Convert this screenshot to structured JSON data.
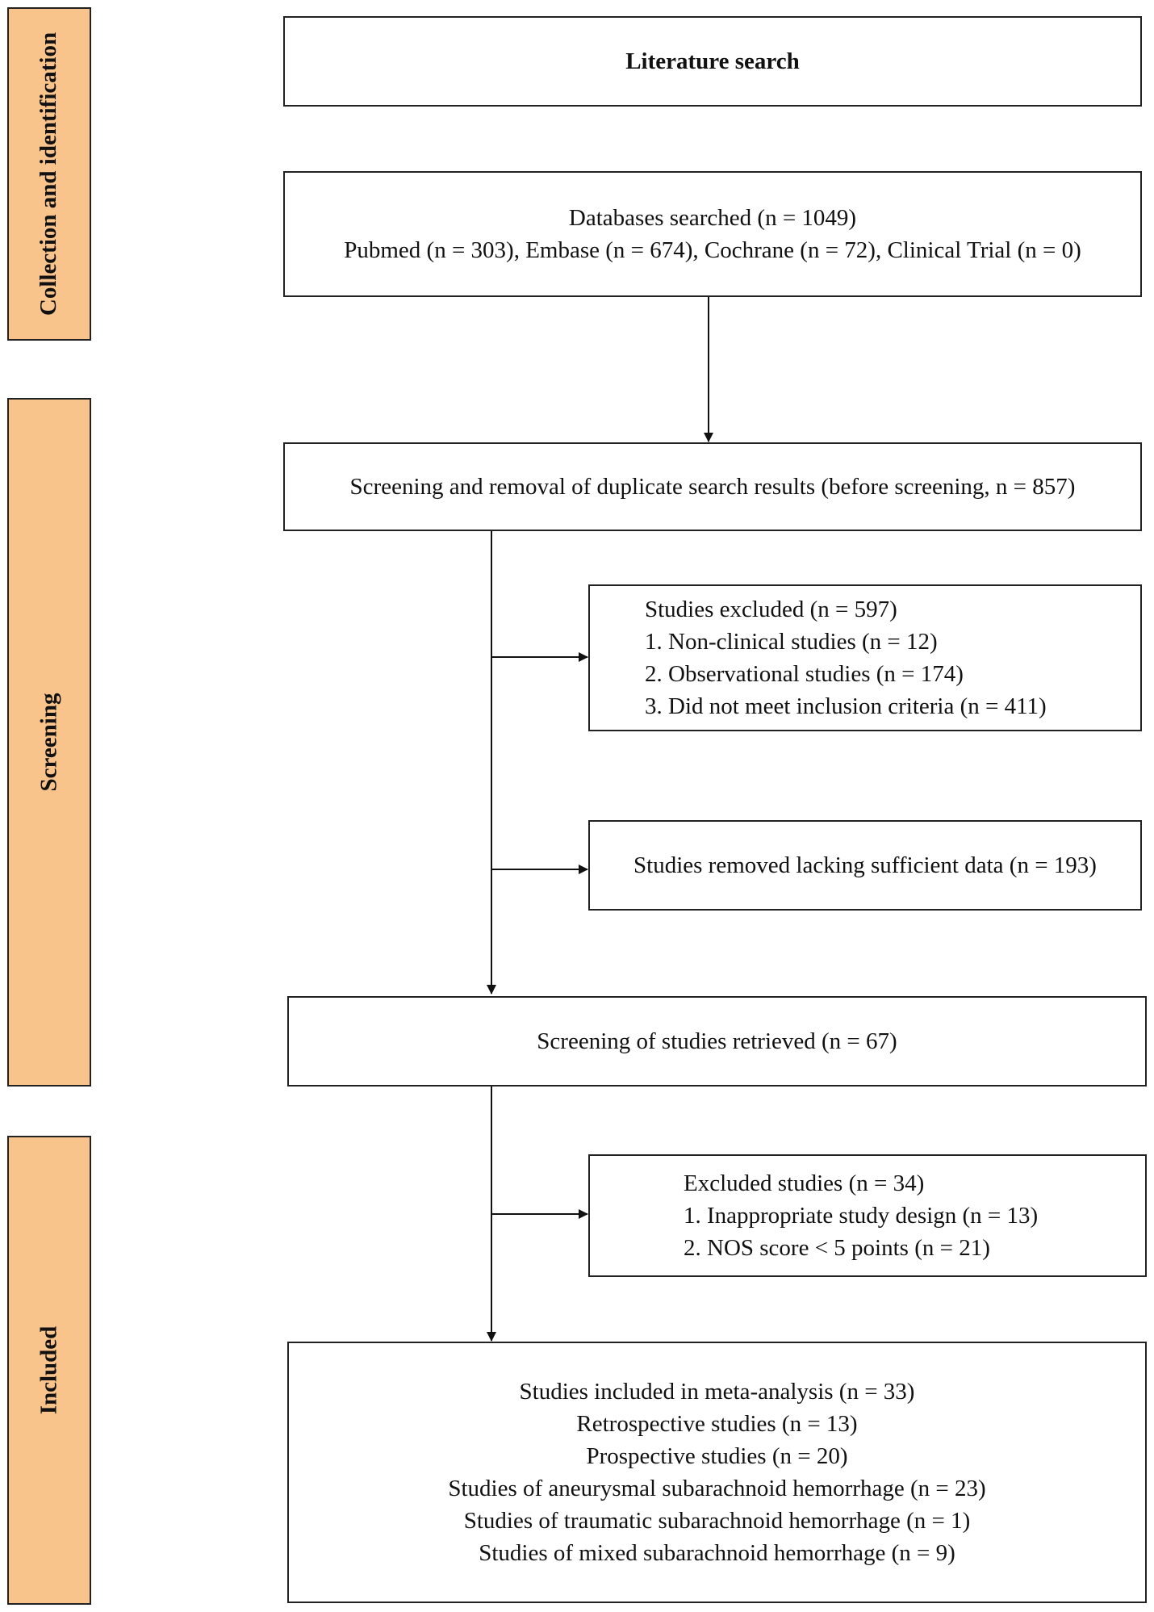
{
  "stages": [
    {
      "label": "Collection and identification"
    },
    {
      "label": "Screening"
    },
    {
      "label": "Included"
    }
  ],
  "boxes": {
    "literature_search": {
      "title": "Literature search"
    },
    "databases": {
      "lines": [
        "Databases searched (n = 1049)",
        "Pubmed (n = 303), Embase (n = 674), Cochrane (n = 72), Clinical Trial (n = 0)"
      ]
    },
    "duplicates": {
      "lines": [
        "Screening and removal of duplicate search results (before screening, n = 857)"
      ]
    },
    "excluded_first": {
      "lines": [
        "Studies excluded (n = 597)",
        "1. Non-clinical studies (n = 12)",
        "2. Observational studies (n = 174)",
        "3. Did not meet inclusion criteria (n = 411)"
      ]
    },
    "removed_data": {
      "lines": [
        "Studies removed lacking sufficient data (n = 193)"
      ]
    },
    "retrieved": {
      "lines": [
        "Screening of studies retrieved (n = 67)"
      ]
    },
    "excluded_second": {
      "lines": [
        "Excluded studies (n = 34)",
        "1. Inappropriate study design (n = 13)",
        "2. NOS score < 5 points (n = 21)"
      ]
    },
    "included": {
      "lines": [
        "Studies included in meta-analysis (n = 33)",
        "Retrospective studies (n = 13)",
        "Prospective studies (n = 20)",
        "Studies of aneurysmal subarachnoid hemorrhage (n = 23)",
        "Studies of traumatic subarachnoid hemorrhage (n = 1)",
        "Studies of mixed subarachnoid hemorrhage (n = 9)"
      ]
    }
  },
  "colors": {
    "stage_fill": "#F9C38C",
    "border": "#222222",
    "text": "#111111"
  }
}
